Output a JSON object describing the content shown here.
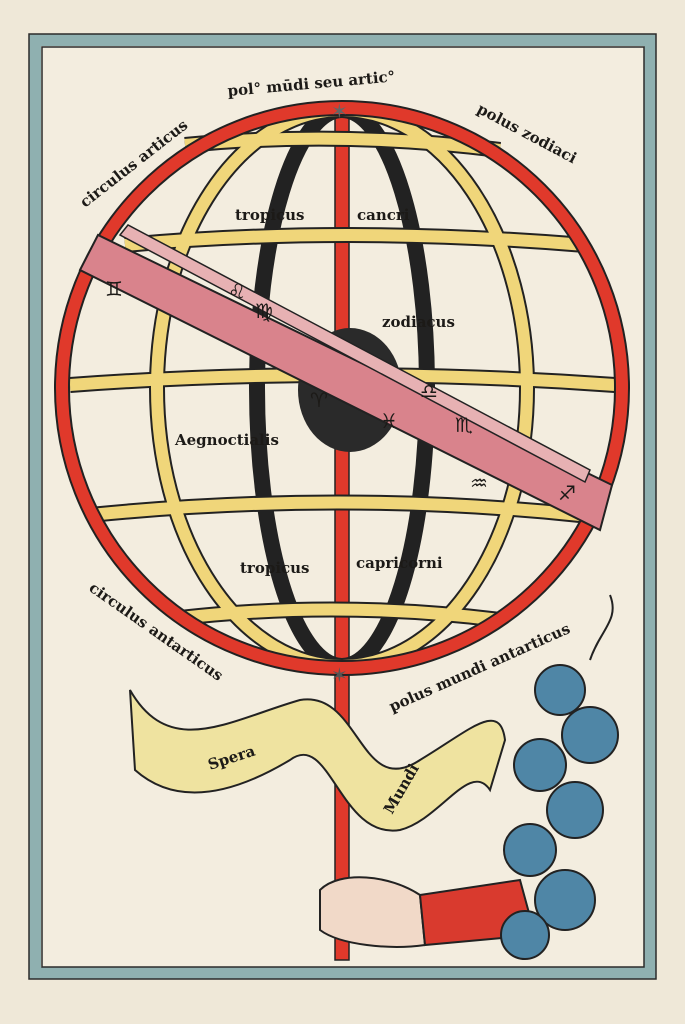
{
  "labels": {
    "north_pole": "pol° mūdi seu artic°",
    "zodiac_pole": "polus zodiaci",
    "arctic_circle": "circulus articus",
    "tropic_cancer_1": "tropicus",
    "tropic_cancer_2": "cancri",
    "zodiac": "zodiacus",
    "equinoctial": "Aegnoctialis",
    "tropic_capricorn_1": "tropicus",
    "tropic_capricorn_2": "capricorni",
    "antarctic_circle": "circulus antarticus",
    "south_pole": "polus mundi antarticus",
    "banner_1": "Spera",
    "banner_2": "Mundi"
  },
  "zodiac_signs": [
    "♊",
    "♌",
    "♍",
    "♈",
    "♎",
    "♓",
    "♏",
    "♒",
    "♐"
  ],
  "colors": {
    "paper": "#efe8d8",
    "frame": "#8fb0b0",
    "meridian": "#e0392b",
    "rings": "#f0d67a",
    "zodiac": "#d9838c",
    "earth": "#2a2a2a",
    "clouds": "#4f86a6"
  }
}
